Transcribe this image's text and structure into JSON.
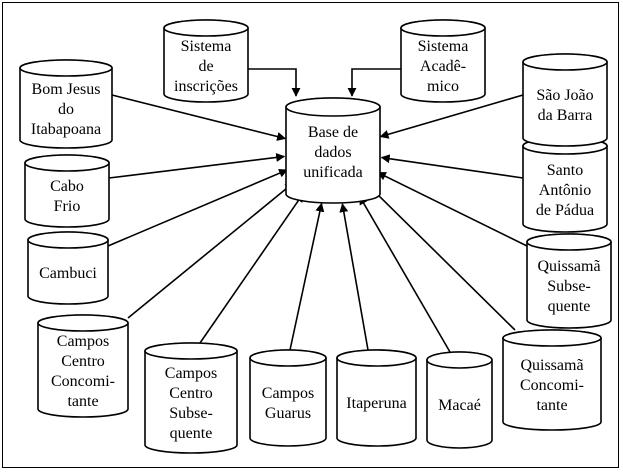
{
  "diagram": {
    "hub": {
      "label": [
        "Base de",
        "dados",
        "unificada"
      ]
    },
    "sources": [
      {
        "id": "sistema-inscricoes",
        "label": [
          "Sistema",
          "de",
          "inscrições"
        ]
      },
      {
        "id": "sistema-academico",
        "label": [
          "Sistema",
          "Acadê-",
          "mico"
        ]
      },
      {
        "id": "bom-jesus",
        "label": [
          "Bom Jesus",
          "do",
          "Itabapoana"
        ]
      },
      {
        "id": "cabo-frio",
        "label": [
          "Cabo",
          "Frio"
        ]
      },
      {
        "id": "cambuci",
        "label": [
          "Cambuci"
        ]
      },
      {
        "id": "campos-centro-concomitante",
        "label": [
          "Campos",
          "Centro",
          "Concomi-",
          "tante"
        ]
      },
      {
        "id": "campos-centro-subsequente",
        "label": [
          "Campos",
          "Centro",
          "Subse-",
          "quente"
        ]
      },
      {
        "id": "campos-guarus",
        "label": [
          "Campos",
          "Guarus"
        ]
      },
      {
        "id": "itaperuna",
        "label": [
          "Itaperuna"
        ]
      },
      {
        "id": "macae",
        "label": [
          "Macaé"
        ]
      },
      {
        "id": "quissama-concomitante",
        "label": [
          "Quissamã",
          "Concomi-",
          "tante"
        ]
      },
      {
        "id": "quissama-subsequente",
        "label": [
          "Quissamã",
          "Subse-",
          "quente"
        ]
      },
      {
        "id": "santo-antonio",
        "label": [
          "Santo",
          "Antônio",
          "de Pádua"
        ]
      },
      {
        "id": "sao-joao-barra",
        "label": [
          "São João",
          "da Barra"
        ]
      }
    ]
  }
}
